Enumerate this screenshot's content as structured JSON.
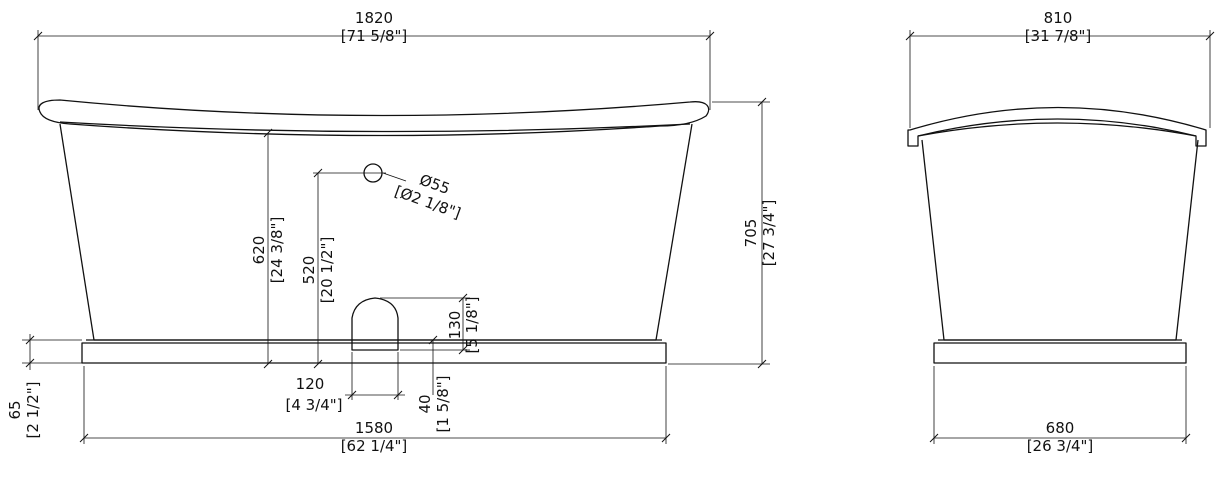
{
  "side_view": {
    "overall_length": {
      "mm": "1820",
      "in": "[71 5/8\"]"
    },
    "overall_height": {
      "mm": "705",
      "in": "[27 3/4\"]"
    },
    "base_length": {
      "mm": "1580",
      "in": "[62 1/4\"]"
    },
    "plinth_height": {
      "mm": "65",
      "in": "[2 1/2\"]"
    },
    "overflow_height": {
      "mm": "620",
      "in": "[24 3/8\"]"
    },
    "tap_hole_height": {
      "mm": "520",
      "in": "[20 1/2\"]"
    },
    "tap_hole_diameter": {
      "mm": "Ø55",
      "in": "[Ø2 1/8\"]"
    },
    "waste_height": {
      "mm": "130",
      "in": "[5 1/8\"]"
    },
    "waste_width": {
      "mm": "120",
      "in": "[4 3/4\"]"
    },
    "waste_offset": {
      "mm": "40",
      "in": "[1 5/8\"]"
    }
  },
  "end_view": {
    "overall_width": {
      "mm": "810",
      "in": "[31 7/8\"]"
    },
    "base_width": {
      "mm": "680",
      "in": "[26 3/4\"]"
    }
  }
}
